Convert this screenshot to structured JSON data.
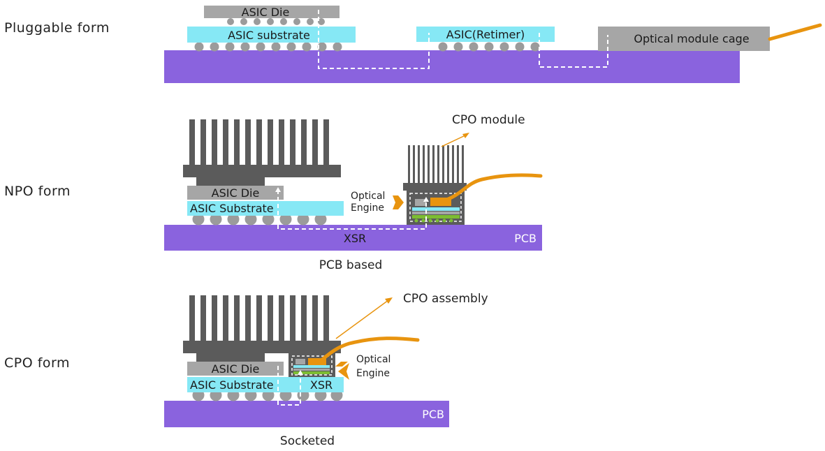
{
  "colors": {
    "pcb": "#8a63de",
    "substrate": "#86e8f5",
    "die": "#a6a6a6",
    "heatsink": "#5b5b5b",
    "ball": "#9b9b9b",
    "fiber": "#e8940f",
    "path": "#ffffff",
    "green": "#7cbd32"
  },
  "pluggable": {
    "label": "Pluggable form",
    "asic_die": "ASIC Die",
    "asic_substrate": "ASIC substrate",
    "retimer": "ASIC(Retimer)",
    "cage": "Optical module cage"
  },
  "npo": {
    "label": "NPO form",
    "asic_die": "ASIC Die",
    "asic_substrate": "ASIC Substrate",
    "xsr": "XSR",
    "pcb": "PCB",
    "optical_engine_1": "Optical",
    "optical_engine_2": "Engine",
    "cpo_module": "CPO module",
    "caption": "PCB based"
  },
  "cpo": {
    "label": "CPO form",
    "asic_die": "ASIC Die",
    "asic_substrate": "ASIC Substrate",
    "xsr": "XSR",
    "pcb": "PCB",
    "optical_engine_1": "Optical",
    "optical_engine_2": "Engine",
    "cpo_assembly": "CPO assembly",
    "caption": "Socketed"
  }
}
